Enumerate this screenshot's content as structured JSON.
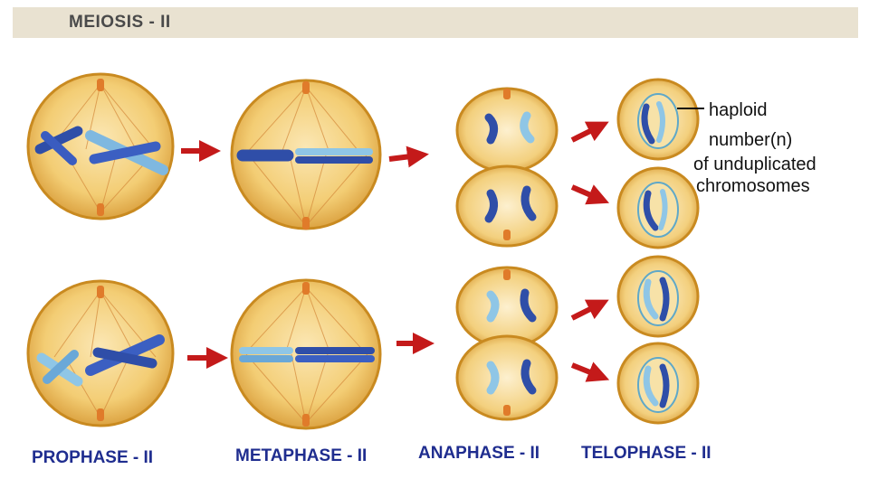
{
  "header": {
    "title": "MEIOSIS - II"
  },
  "phases": [
    {
      "label": "PROPHASE - II"
    },
    {
      "label": "METAPHASE - II"
    },
    {
      "label": "ANAPHASE - II"
    },
    {
      "label": "TELOPHASE - II"
    }
  ],
  "annotation": {
    "line1": "haploid",
    "line2": "number(n)",
    "line3": "of unduplicated",
    "line4": "chromosomes"
  },
  "colors": {
    "cell_fill": "#f0c060",
    "cell_edge": "#c98a20",
    "chromosome_dark": "#2f4ea8",
    "chromosome_light": "#8fc6e6",
    "arrow": "#c41a1a",
    "label": "#1f2d8f"
  }
}
